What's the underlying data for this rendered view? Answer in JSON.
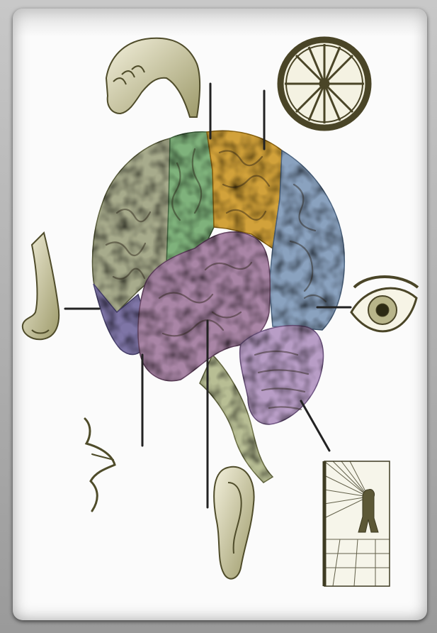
{
  "diagram": {
    "lobes": [
      {
        "key": "prefrontal",
        "color": "#a7ab8c"
      },
      {
        "key": "motor",
        "color": "#7fb27c"
      },
      {
        "key": "somatosensory",
        "color": "#d2a23a"
      },
      {
        "key": "occipital",
        "color": "#8aa2bf"
      },
      {
        "key": "temporal",
        "color": "#a985a6"
      },
      {
        "key": "olfactory",
        "color": "#7e74a6"
      },
      {
        "key": "cerebellum",
        "color": "#b89dc6"
      },
      {
        "key": "brainstem",
        "color": "#b8be94"
      }
    ],
    "illustrations": [
      "hand",
      "wheel",
      "nose",
      "eye",
      "mouth",
      "ear",
      "figure-in-room"
    ],
    "line_color": "#222222"
  }
}
